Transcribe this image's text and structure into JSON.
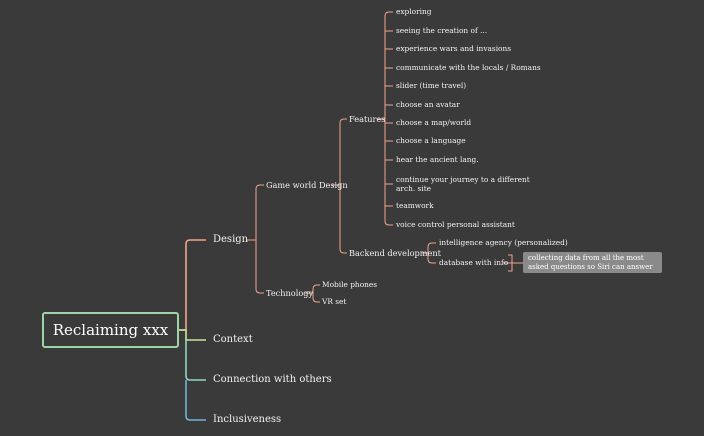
{
  "root": {
    "label": "Reclaiming xxx"
  },
  "branches": {
    "design": "Design",
    "context": "Context",
    "connection": "Connection with others",
    "inclusiveness": "Inclusiveness"
  },
  "design": {
    "game_world": "Game world Design",
    "technology": "Technology"
  },
  "game_world": {
    "features": "Features",
    "backend": "Backend development"
  },
  "features": [
    "exploring",
    "seeing the creation of ...",
    "experience wars and invasions",
    "communicate with the locals / Romans",
    "slider (time travel)",
    "choose an avatar",
    "choose a map/world",
    "choose a language",
    "hear the ancient lang.",
    "continue your journey to a different arch. site",
    "teamwork",
    "voice control personal assistant"
  ],
  "backend": [
    "intelligence agency (personalized)",
    "database with info"
  ],
  "database_note": "collecting data from all the most asked questions so Siri can answer",
  "technology": [
    "Mobile phones",
    "VR set"
  ],
  "colors": {
    "background": "#3a3a3a",
    "root_border": "#9ed3a8",
    "design_link": "#f0a58a",
    "context_link": "#c8e6a0",
    "connection_link": "#8fd6c4",
    "inclusiveness_link": "#6fb4d8",
    "note_bg": "#8a8a8a",
    "text": "#f2f2f2"
  }
}
